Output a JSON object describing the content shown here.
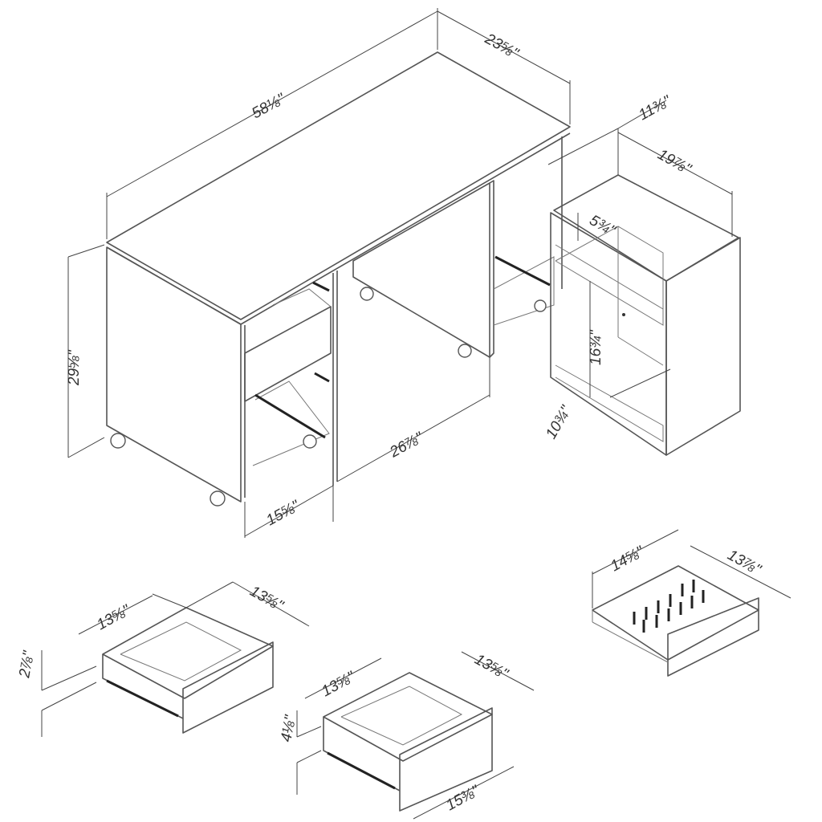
{
  "desk": {
    "width": "58⅛\"",
    "depth": "23⅝\"",
    "height": "29⅝\"",
    "pedestal_width": "15⅝\"",
    "knee_space": "26⅞\""
  },
  "cart": {
    "depth": "11⅜\"",
    "width": "19⅞\"",
    "top_opening": "5¾\"",
    "lower_opening": "16¾\"",
    "inner_depth": "10¾\""
  },
  "file_drawer": {
    "width": "14⅝\"",
    "depth": "13⅞\""
  },
  "small_drawer": {
    "width": "13⅝\"",
    "depth": "13⅝\"",
    "height": "2⅞\""
  },
  "large_drawer": {
    "width": "13⅝\"",
    "depth": "13⅝\"",
    "height": "4⅛\"",
    "front_width": "15⅜\""
  }
}
